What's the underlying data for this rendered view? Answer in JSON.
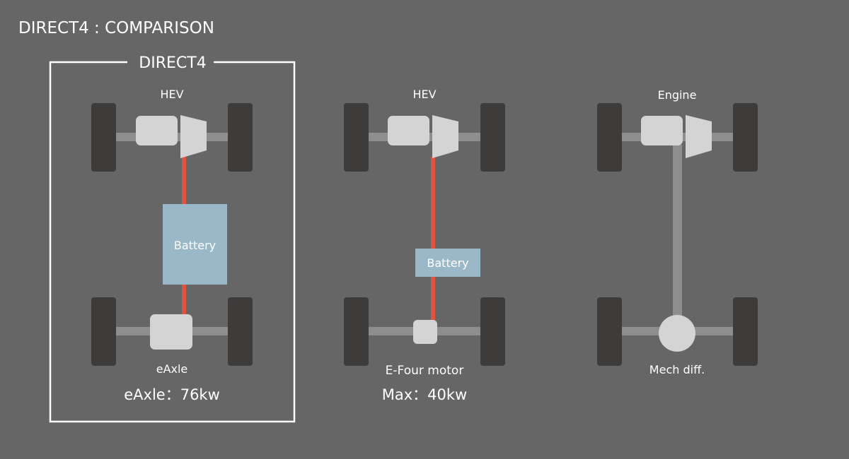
{
  "title": "DIRECT4 : COMPARISON",
  "highlight_label": "DIRECT4",
  "colors": {
    "background": "#666666",
    "wheel": "#3e3b3b",
    "component": "#d4d4d4",
    "shaft": "#8e8e8e",
    "electric_link": "#e0533e",
    "battery": "#9ab8c8",
    "frame": "#ffffff"
  },
  "systems": [
    {
      "name": "direct4",
      "front_label": "HEV",
      "battery_label": "Battery",
      "rear_label": "eAxle",
      "output_label": "eAxle：76kw"
    },
    {
      "name": "e-four",
      "front_label": "HEV",
      "battery_label": "Battery",
      "rear_label": "E-Four motor",
      "output_label": "Max：40kw"
    },
    {
      "name": "mechanical",
      "front_label": "Engine",
      "rear_label": "Mech diff."
    }
  ]
}
